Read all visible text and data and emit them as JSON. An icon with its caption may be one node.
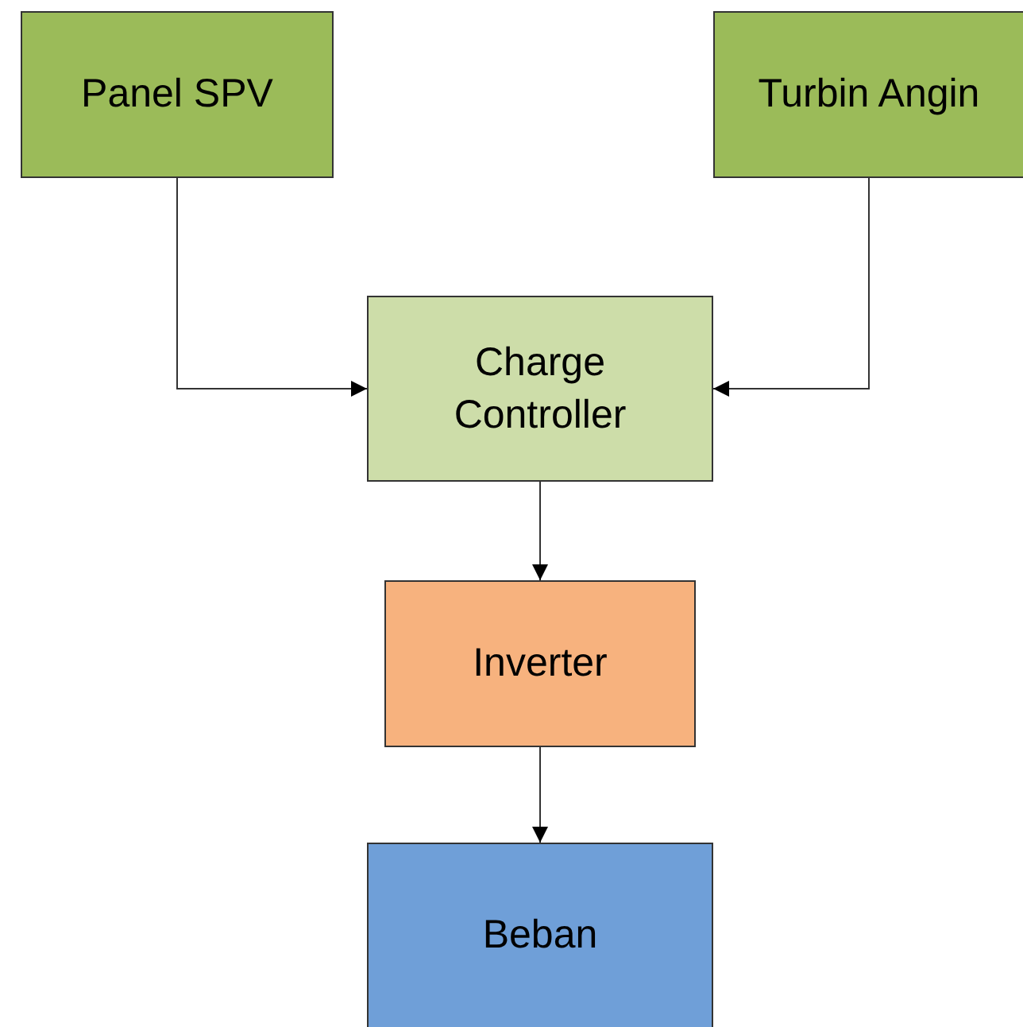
{
  "diagram": {
    "nodes": [
      {
        "text": [
          "Panel SPV"
        ]
      },
      {
        "text": [
          "Turbin Angin"
        ]
      },
      {
        "text": [
          "Charge Controller"
        ]
      },
      {
        "text": [
          "Inverter"
        ]
      },
      {
        "text": [
          "Beban"
        ]
      }
    ],
    "edges": [
      {
        "from": 0,
        "to": 2,
        "arrow": "to"
      },
      {
        "from": 1,
        "to": 2,
        "arrow": "to"
      },
      {
        "from": 2,
        "to": 3,
        "arrow": "to"
      },
      {
        "from": 3,
        "to": 4,
        "arrow": "to"
      }
    ]
  }
}
